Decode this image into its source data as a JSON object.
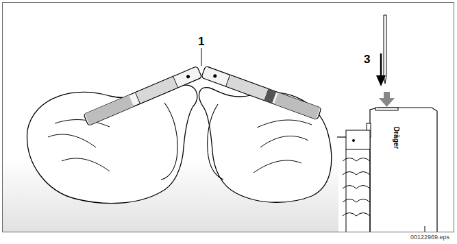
{
  "diagram": {
    "labels": [
      "1",
      "3",
      "Dräger",
      "00122969.eps"
    ]
  }
}
